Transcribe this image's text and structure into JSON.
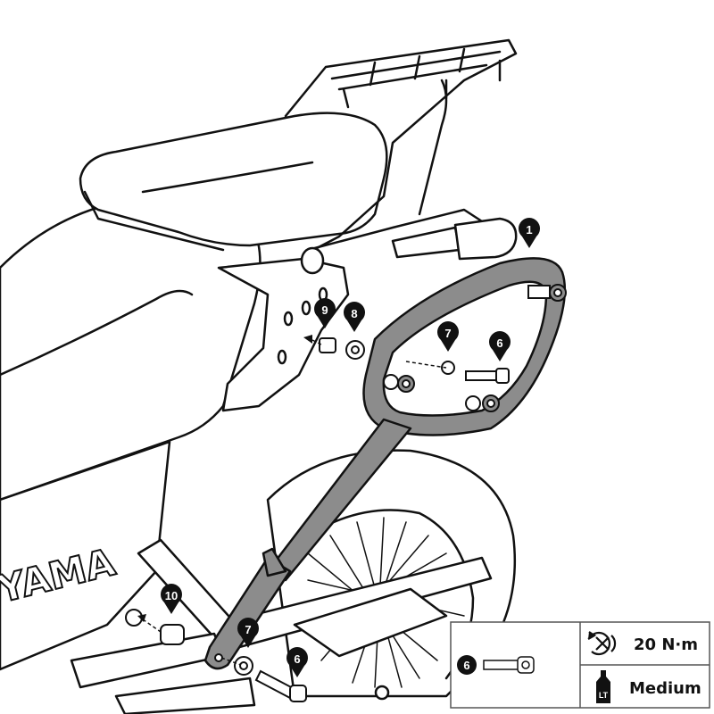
{
  "logo_text": "YAMA",
  "callouts": {
    "c1": "1",
    "c9": "9",
    "c8": "8",
    "c7_top": "7",
    "c6_top": "6",
    "c10": "10",
    "c7_bottom": "7",
    "c6_bottom": "6"
  },
  "legend": {
    "part_number": "6",
    "torque_value": "20 N·m",
    "threadlock_value": "Medium",
    "threadlock_badge": "LT"
  },
  "colors": {
    "line": "#111111",
    "bracket_fill": "#8c8c8c",
    "callout_fill": "#111111",
    "legend_border": "#555555"
  }
}
